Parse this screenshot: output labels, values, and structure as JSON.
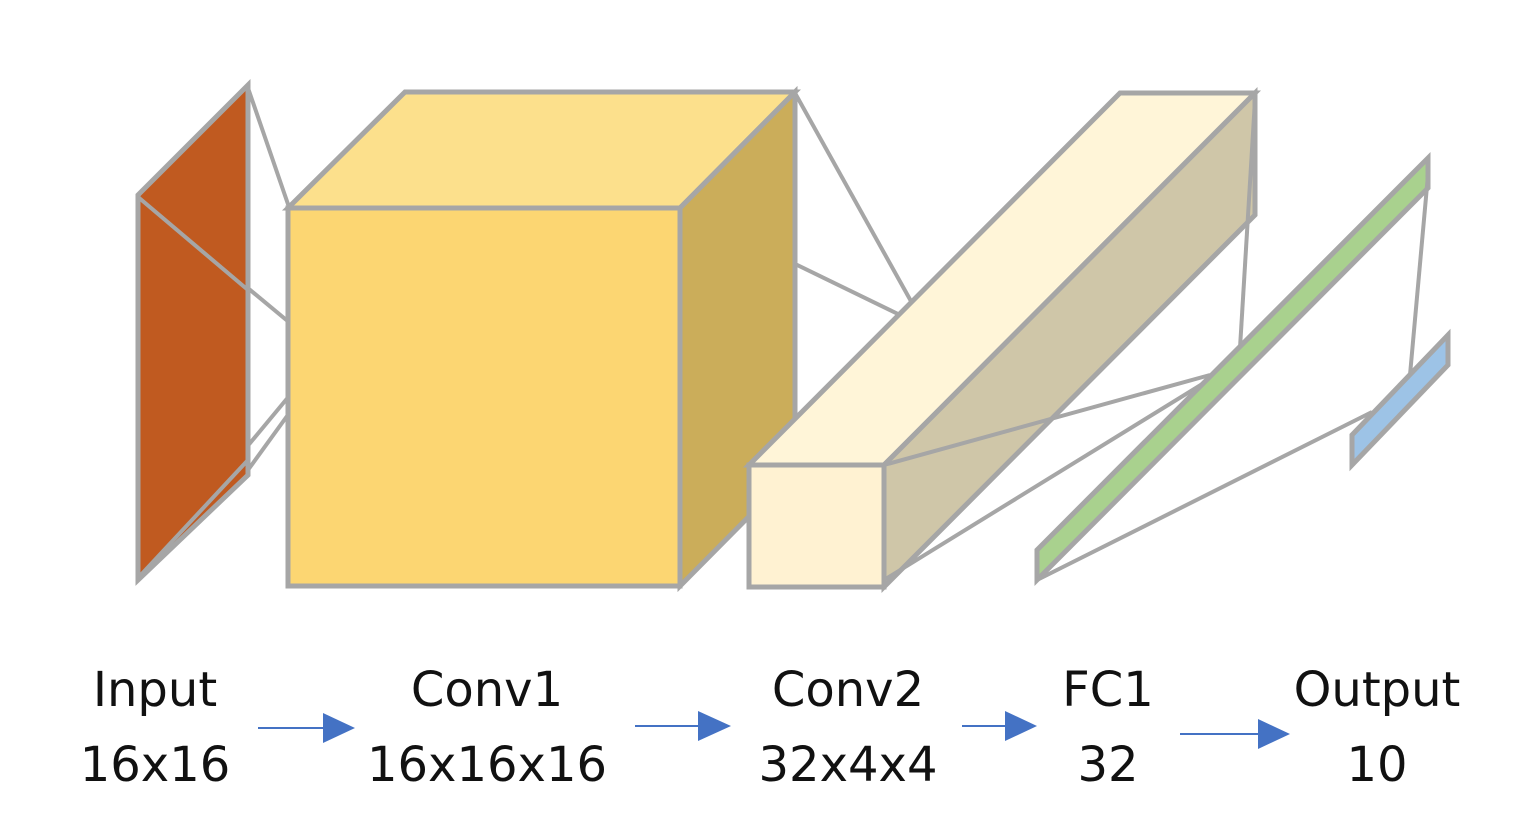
{
  "layers": [
    {
      "name": "Input",
      "size": "16x16"
    },
    {
      "name": "Conv1",
      "size": "16x16x16"
    },
    {
      "name": "Conv2",
      "size": "32x4x4"
    },
    {
      "name": "FC1",
      "size": "32"
    },
    {
      "name": "Output",
      "size": "10"
    }
  ],
  "colors": {
    "input": "#c05a20",
    "conv1_front": "#fcd672",
    "conv1_top": "#fce08c",
    "conv1_side": "#cbad5a",
    "conv2_front": "#fff2d2",
    "conv2_top": "#fff5d8",
    "conv2_side": "#cfc6a8",
    "fc1": "#a9d18e",
    "output": "#9dc3e6",
    "edge": "#a6a6a6",
    "arrow": "#4472c4"
  }
}
